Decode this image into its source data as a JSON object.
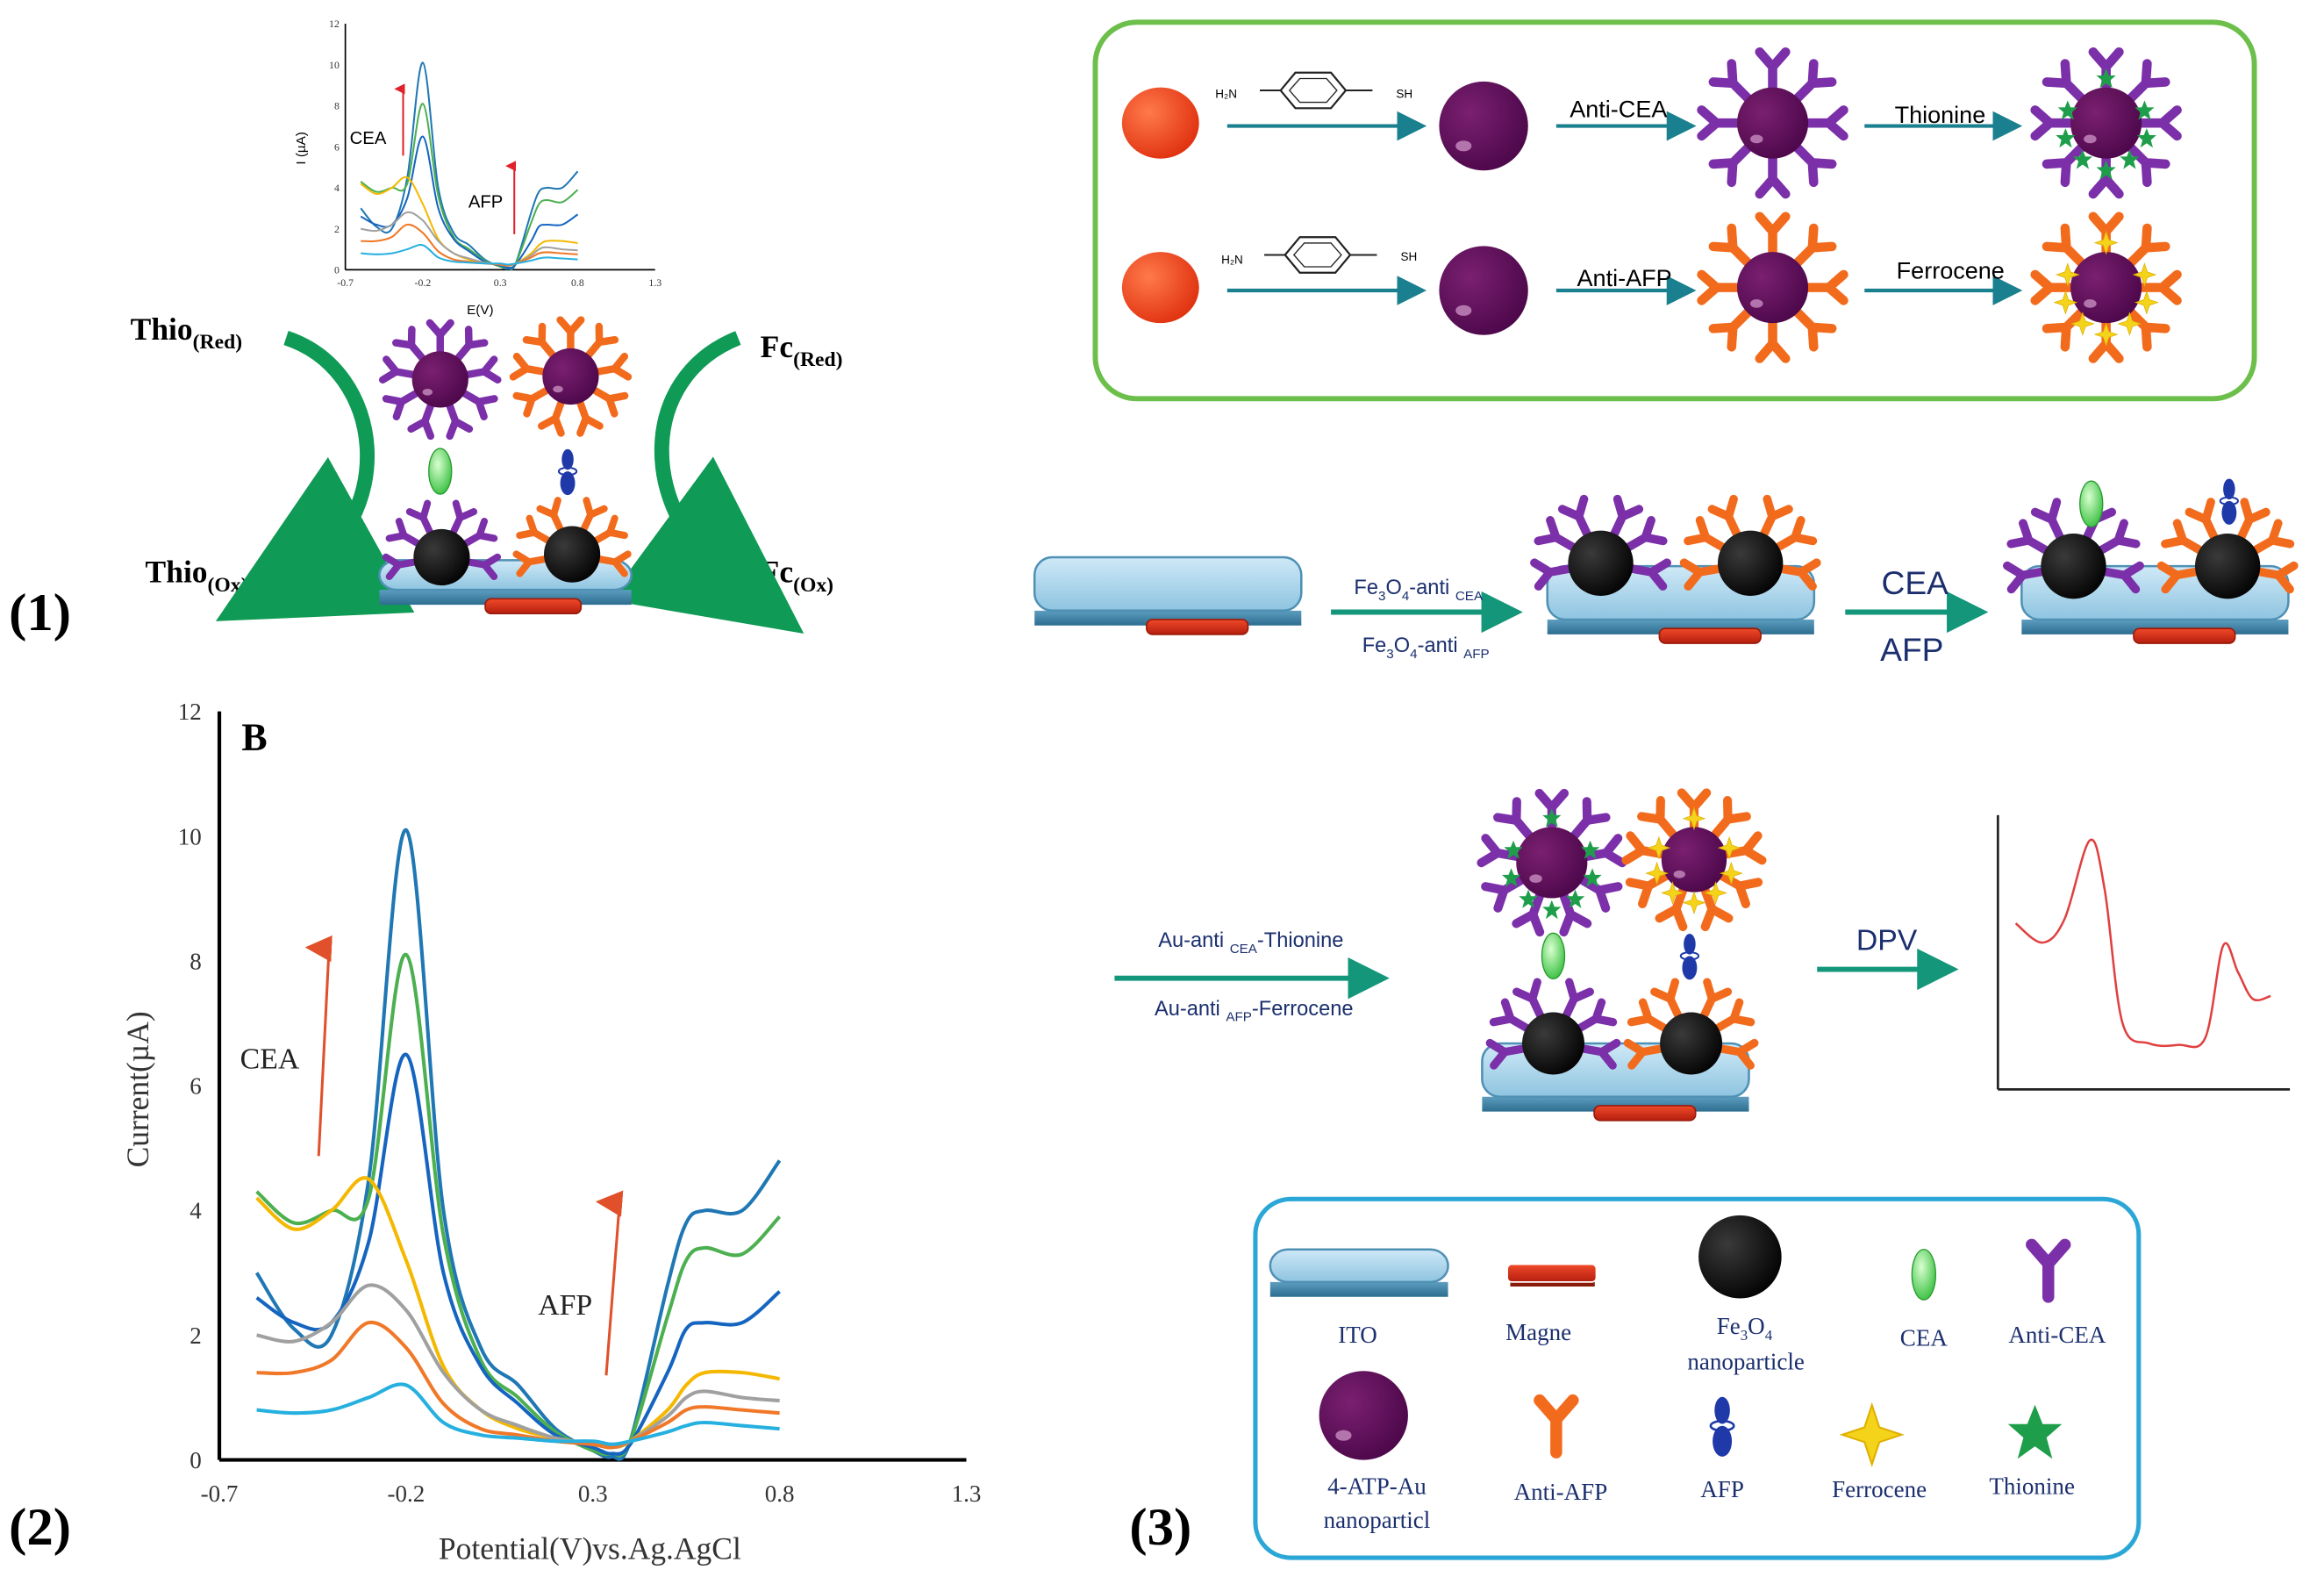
{
  "colors": {
    "cv_series": [
      "#1f77b4",
      "#4caf50",
      "#1565c0",
      "#f5b800",
      "#a0a0a0",
      "#f07828",
      "#26b0e0"
    ],
    "cea_ab": "#7b2fa8",
    "afp_ab": "#f26b1d",
    "gold_np": "#5b0a55",
    "fe3o4": "#000000",
    "arrow_green": "#0f9a55",
    "flow_arrow": "#1a7f8e",
    "frame_green": "#6cbf4a",
    "frame_blue": "#2aa7d6",
    "label_blue": "#1b2f6e",
    "red_arrow": "#e0502a",
    "thionine": "#1e9e4a",
    "ferrocene": "#f4d31b"
  },
  "panel_labels": {
    "p1": "(1)",
    "p2": "(2)",
    "p3": "(3)"
  },
  "panel1": {
    "thio_red_base": "Thio",
    "thio_red_sub": "(Red)",
    "thio_ox_base": "Thio",
    "thio_ox_sub": "(Ox)",
    "fc_red_base": "Fc",
    "fc_red_sub": "(Red)",
    "fc_ox_base": "Fc",
    "fc_ox_sub": "(Ox)"
  },
  "chart_data": [
    {
      "type": "line",
      "id": "inset",
      "xlabel": "E(V)",
      "ylabel": "I (µA)",
      "xlim": [
        -0.7,
        1.3
      ],
      "ylim": [
        0,
        12
      ],
      "xticks": [
        "-0.7",
        "-0.2",
        "0.3",
        "0.8",
        "1.3"
      ],
      "yticks": [
        "0",
        "2",
        "4",
        "6",
        "8",
        "10",
        "12"
      ],
      "annotations": [
        "CEA",
        "AFP"
      ]
    },
    {
      "type": "line",
      "id": "main",
      "title": "B",
      "xlabel": "Potential(V)vs.Ag.AgCl",
      "ylabel": "Current(µA)",
      "xlim": [
        -0.7,
        1.3
      ],
      "ylim": [
        0,
        12
      ],
      "xticks": [
        "-0.7",
        "-0.2",
        "0.3",
        "0.8",
        "1.3"
      ],
      "yticks": [
        "0",
        "2",
        "4",
        "6",
        "8",
        "10",
        "12"
      ],
      "annotations": [
        "CEA",
        "AFP"
      ],
      "x": [
        -0.6,
        -0.5,
        -0.4,
        -0.3,
        -0.2,
        -0.1,
        0.0,
        0.1,
        0.2,
        0.3,
        0.35,
        0.4,
        0.5,
        0.55,
        0.6,
        0.7,
        0.8
      ],
      "series": [
        {
          "values": [
            3.0,
            2.1,
            2.0,
            4.5,
            10.1,
            4.0,
            1.8,
            1.2,
            0.5,
            0.15,
            0.05,
            0.3,
            2.8,
            3.8,
            4.0,
            4.0,
            4.8
          ]
        },
        {
          "values": [
            4.3,
            3.8,
            4.0,
            4.2,
            8.1,
            3.6,
            1.6,
            1.0,
            0.45,
            0.15,
            0.1,
            0.3,
            2.3,
            3.2,
            3.4,
            3.3,
            3.9
          ]
        },
        {
          "values": [
            2.6,
            2.2,
            2.2,
            3.5,
            6.5,
            3.0,
            1.5,
            0.9,
            0.4,
            0.2,
            0.1,
            0.25,
            1.4,
            2.1,
            2.2,
            2.2,
            2.7
          ]
        },
        {
          "values": [
            4.2,
            3.7,
            4.0,
            4.5,
            3.2,
            1.5,
            0.8,
            0.5,
            0.35,
            0.25,
            0.2,
            0.3,
            0.8,
            1.2,
            1.4,
            1.4,
            1.3
          ]
        },
        {
          "values": [
            2.0,
            1.9,
            2.2,
            2.8,
            2.4,
            1.4,
            0.8,
            0.55,
            0.35,
            0.25,
            0.2,
            0.3,
            0.7,
            1.0,
            1.1,
            1.0,
            0.95
          ]
        },
        {
          "values": [
            1.4,
            1.4,
            1.6,
            2.2,
            1.8,
            0.9,
            0.5,
            0.4,
            0.3,
            0.25,
            0.2,
            0.3,
            0.6,
            0.8,
            0.85,
            0.8,
            0.75
          ]
        },
        {
          "values": [
            0.8,
            0.75,
            0.8,
            1.0,
            1.2,
            0.6,
            0.4,
            0.35,
            0.3,
            0.3,
            0.25,
            0.3,
            0.45,
            0.55,
            0.6,
            0.55,
            0.5
          ]
        }
      ]
    }
  ],
  "panel3": {
    "linker_left": "H₂N",
    "linker_right": "SH",
    "step_anti_cea": "Anti-CEA",
    "step_thionine": "Thionine",
    "step_anti_afp": "Anti-AFP",
    "step_ferrocene": "Ferrocene",
    "fe_cea_a": "Fe",
    "fe_cea_b": "3",
    "fe_cea_c": "O",
    "fe_cea_d": "4",
    "fe_cea_e": "-anti ",
    "fe_cea_f": "CEA",
    "fe_afp_a": "Fe",
    "fe_afp_b": "3",
    "fe_afp_c": "O",
    "fe_afp_d": "4",
    "fe_afp_e": "-anti ",
    "fe_afp_f": "AFP",
    "step_cea": "CEA",
    "step_afp": "AFP",
    "au_cea_a": "Au-anti ",
    "au_cea_b": "CEA",
    "au_cea_c": "-Thionine",
    "au_afp_a": "Au-anti ",
    "au_afp_b": "AFP",
    "au_afp_c": "-Ferrocene",
    "step_dpv": "DPV"
  },
  "legend": {
    "ito": "ITO",
    "magne": "Magne",
    "fe3o4_a": "Fe",
    "fe3o4_b": "3",
    "fe3o4_c": "O",
    "fe3o4_d": "4",
    "fe3o4_line2": "nanoparticle",
    "cea": "CEA",
    "anti_cea": "Anti-CEA",
    "atp_au_line1": "4-ATP-Au",
    "atp_au_line2": "nanoparticl",
    "anti_afp": "Anti-AFP",
    "afp": "AFP",
    "ferrocene": "Ferrocene",
    "thionine": "Thionine"
  }
}
